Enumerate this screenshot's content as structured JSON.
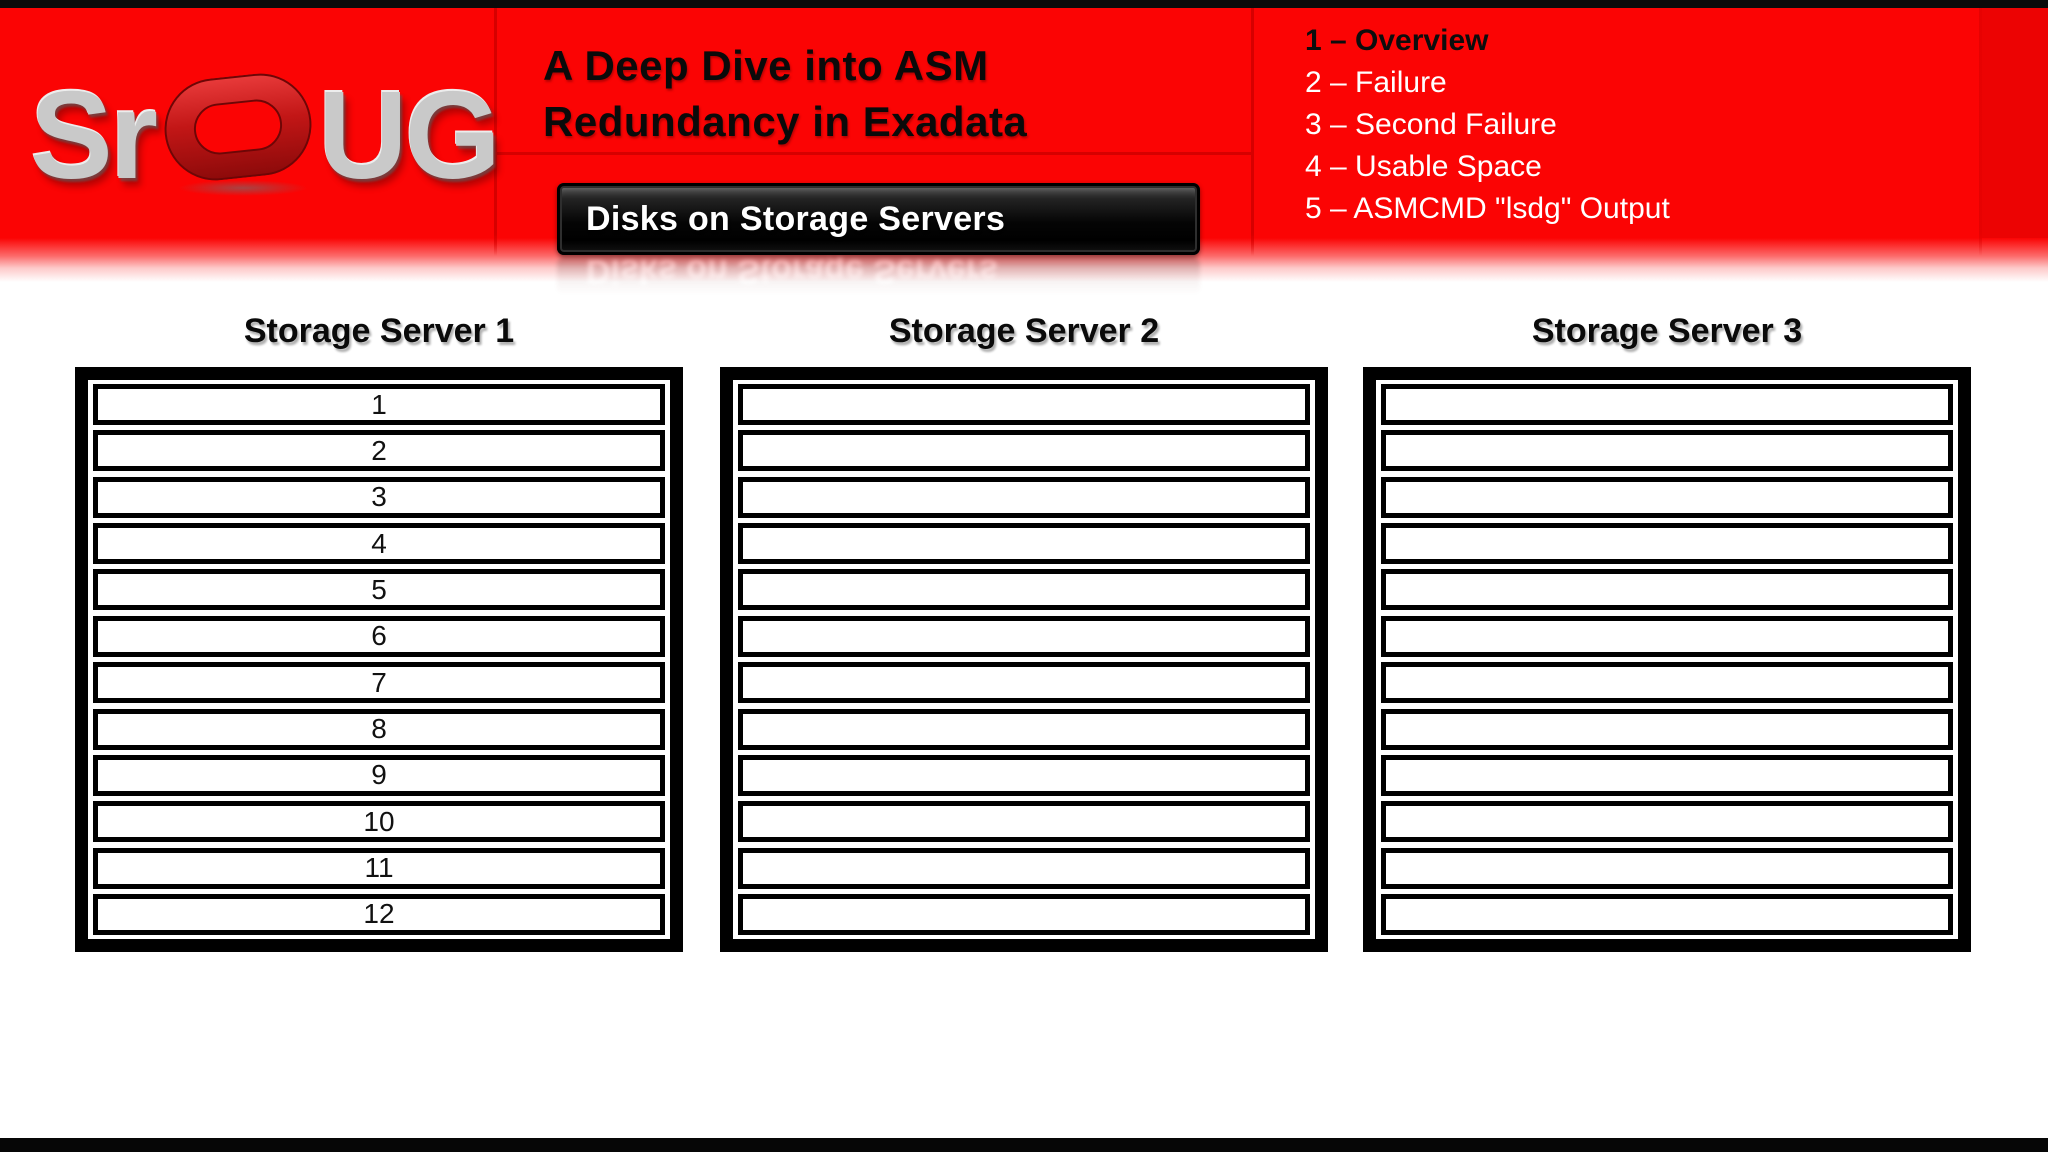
{
  "slide": {
    "logo": {
      "left_text": "Sr",
      "right_text": "UG",
      "ring_icon": "oracle-ring-icon"
    },
    "title_line1": "A Deep Dive into ASM",
    "title_line2": "Redundancy in Exadata",
    "heading": "Disks on Storage Servers",
    "agenda": [
      {
        "label": "1 – Overview",
        "active": true
      },
      {
        "label": "2 – Failure",
        "active": false
      },
      {
        "label": "3 – Second Failure",
        "active": false
      },
      {
        "label": "4 – Usable Space",
        "active": false
      },
      {
        "label": "5 – ASMCMD \"lsdg\" Output",
        "active": false
      }
    ],
    "servers": [
      {
        "title": "Storage Server 1",
        "disks": [
          "1",
          "2",
          "3",
          "4",
          "5",
          "6",
          "7",
          "8",
          "9",
          "10",
          "11",
          "12"
        ]
      },
      {
        "title": "Storage Server 2",
        "disks": [
          "",
          "",
          "",
          "",
          "",
          "",
          "",
          "",
          "",
          "",
          "",
          ""
        ]
      },
      {
        "title": "Storage Server 3",
        "disks": [
          "",
          "",
          "",
          "",
          "",
          "",
          "",
          "",
          "",
          "",
          "",
          ""
        ]
      }
    ],
    "colors": {
      "banner_red": "#fb0404",
      "divider_red": "#d60000",
      "heading_bg": "#000000",
      "heading_text": "#ffffff",
      "agenda_active": "#0d0d0d",
      "agenda_inactive": "#ffffff",
      "table_border": "#000000",
      "logo_silver": "#c9c9c9",
      "logo_ring_red": "#c21616"
    }
  }
}
